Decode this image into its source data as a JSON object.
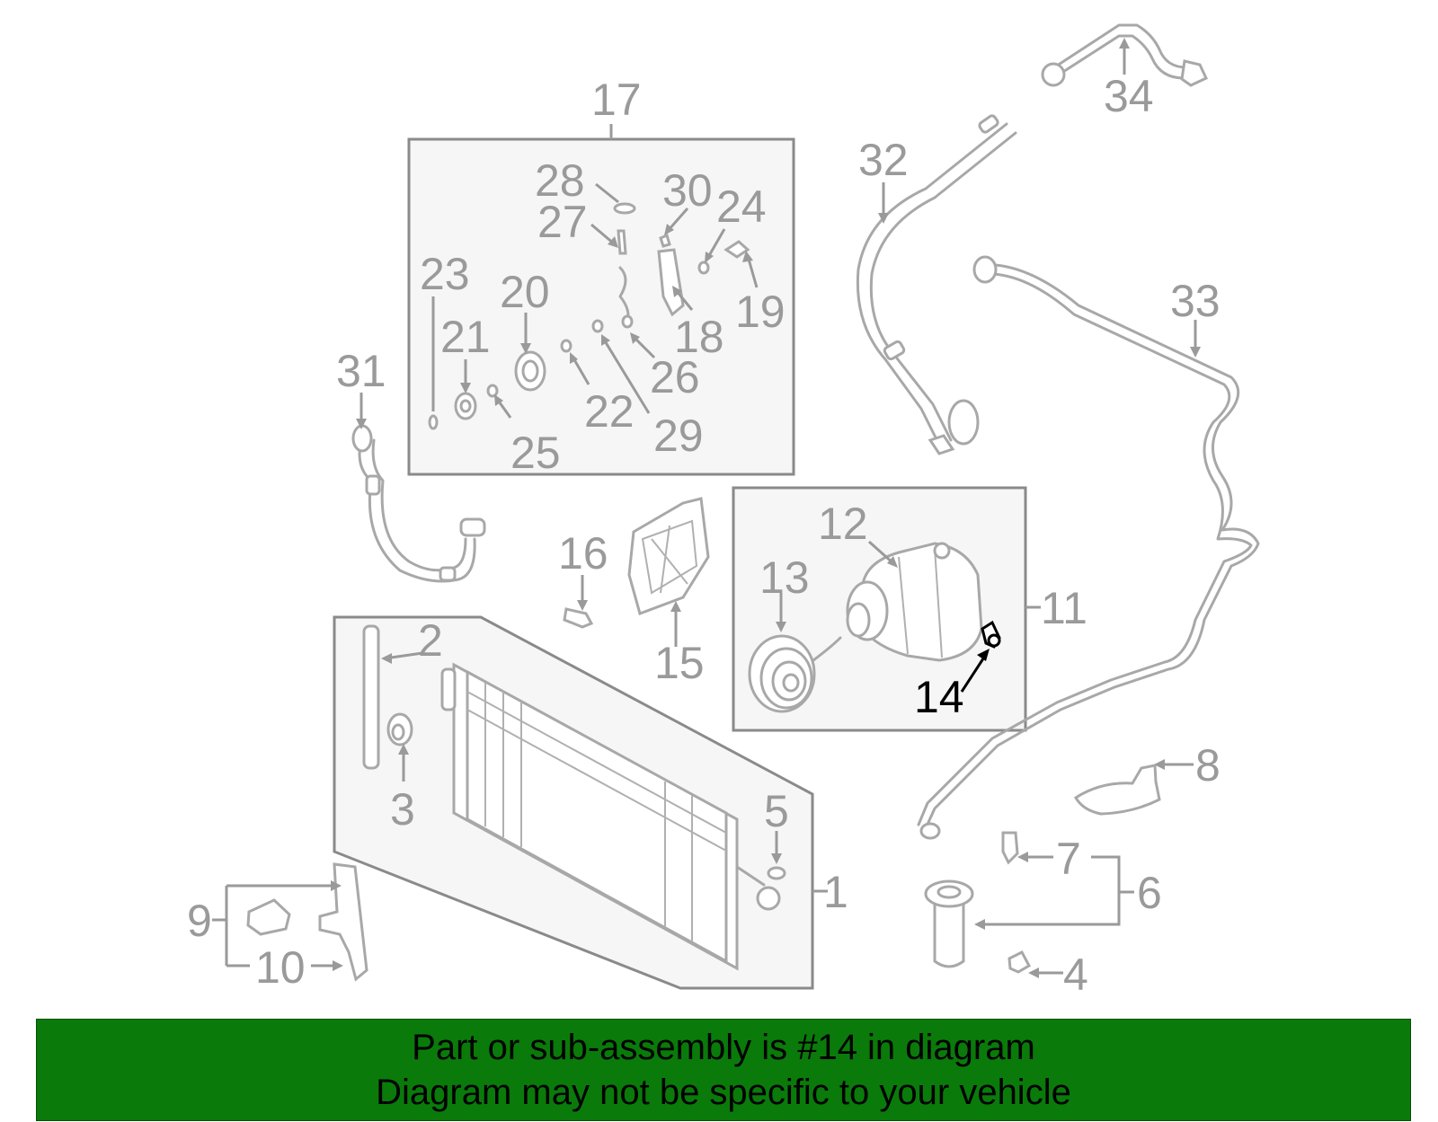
{
  "diagram": {
    "highlighted_part": "14",
    "labels": {
      "l1": "1",
      "l2": "2",
      "l3": "3",
      "l4": "4",
      "l5": "5",
      "l6": "6",
      "l7": "7",
      "l8": "8",
      "l9": "9",
      "l10": "10",
      "l11": "11",
      "l12": "12",
      "l13": "13",
      "l14": "14",
      "l15": "15",
      "l16": "16",
      "l17": "17",
      "l18": "18",
      "l19": "19",
      "l20": "20",
      "l21": "21",
      "l22": "22",
      "l23": "23",
      "l24": "24",
      "l25": "25",
      "l26": "26",
      "l27": "27",
      "l28": "28",
      "l29": "29",
      "l30": "30",
      "l31": "31",
      "l32": "32",
      "l33": "33",
      "l34": "34"
    },
    "colors": {
      "part_gray": "#a8a8a8",
      "label_gray": "#9a9a9a",
      "highlight": "#000000",
      "banner_green": "#0a7a0a"
    }
  },
  "banner": {
    "line1": "Part or sub-assembly is #14 in diagram",
    "line2": "Diagram may not be specific to your vehicle"
  }
}
